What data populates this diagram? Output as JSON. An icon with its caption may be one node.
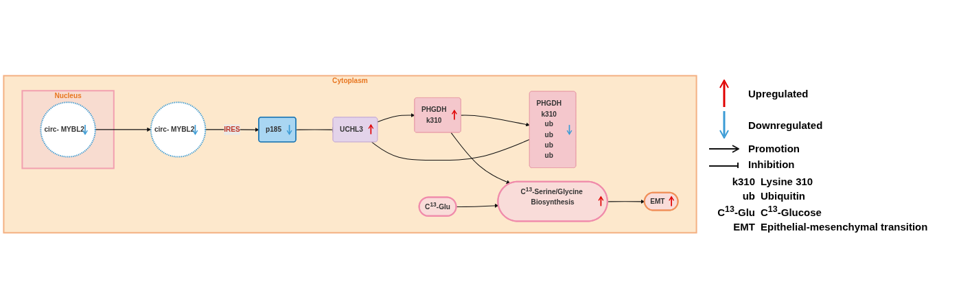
{
  "diagram": {
    "nodes": [
      {
        "text": [
          "Cytoplasm"
        ]
      },
      {
        "text": [
          "Nucleus"
        ],
        "in": 0
      },
      {
        "text": [
          "circ- MYBL2"
        ],
        "in": 1
      },
      {
        "text": [
          "circ- MYBL2"
        ],
        "in": 0
      },
      {
        "text": [
          "p185"
        ],
        "in": 0
      },
      {
        "text": [
          "PHGDH",
          "k310"
        ],
        "in": 0
      },
      {
        "text": [
          "UCHL3"
        ],
        "in": 0
      },
      {
        "text": [
          "PHGDH",
          "k310",
          "ub",
          "ub",
          "ub",
          "ub"
        ],
        "in": 0
      },
      {
        "text": [
          "C$^{13}$-Glu"
        ],
        "in": 0
      },
      {
        "text": [
          "C$^{13}$-Serine/Glycine Biosynthesis"
        ],
        "in": 0
      },
      {
        "text": [
          "EMT"
        ],
        "in": 0
      }
    ],
    "edges": [
      {
        "from": 2,
        "to": 3,
        "arrow": "to"
      },
      {
        "from": 3,
        "to": 4,
        "arrow": "to",
        "label": "IRES"
      },
      {
        "from": 5,
        "to": 7,
        "arrow": "to"
      },
      {
        "from": 4,
        "to": 6,
        "arrow": "other"
      },
      {
        "from": 7,
        "to": 6,
        "arrow": "none"
      },
      {
        "from": 6,
        "to": 5,
        "arrow": "to"
      },
      {
        "from": 5,
        "to": 9,
        "arrow": "to"
      },
      {
        "from": 8,
        "to": 9,
        "arrow": "to"
      },
      {
        "from": 9,
        "to": 10,
        "arrow": "to"
      }
    ],
    "labels": [
      "k310",
      "Lysine 310",
      "ub",
      "Ubiquitin",
      "C$^{13}$-Glu",
      "C$^{13}$-Glucose",
      "EMT",
      "Epithelial-mesenchymal transition"
    ],
    "legend": [
      {
        "text": "Upregulated"
      },
      {
        "text": "Downregulated"
      },
      {
        "text": "Promotion"
      },
      {
        "text": "Inhibition"
      }
    ]
  }
}
